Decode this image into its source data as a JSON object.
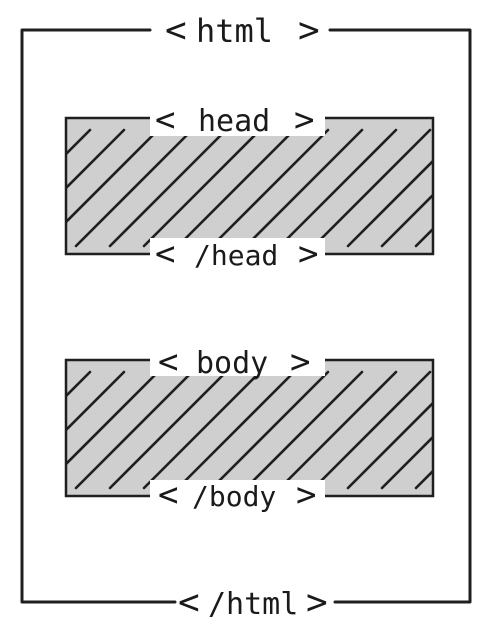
{
  "tags": {
    "html_open": "html",
    "html_close": "/html",
    "head_open": "head",
    "head_close": "/head",
    "body_open": "body",
    "body_close": "/body"
  },
  "brackets": {
    "left": "<",
    "right": ">"
  },
  "colors": {
    "ink": "#1f1f1f",
    "box_fill": "#cfcfcf",
    "background": "#ffffff"
  }
}
